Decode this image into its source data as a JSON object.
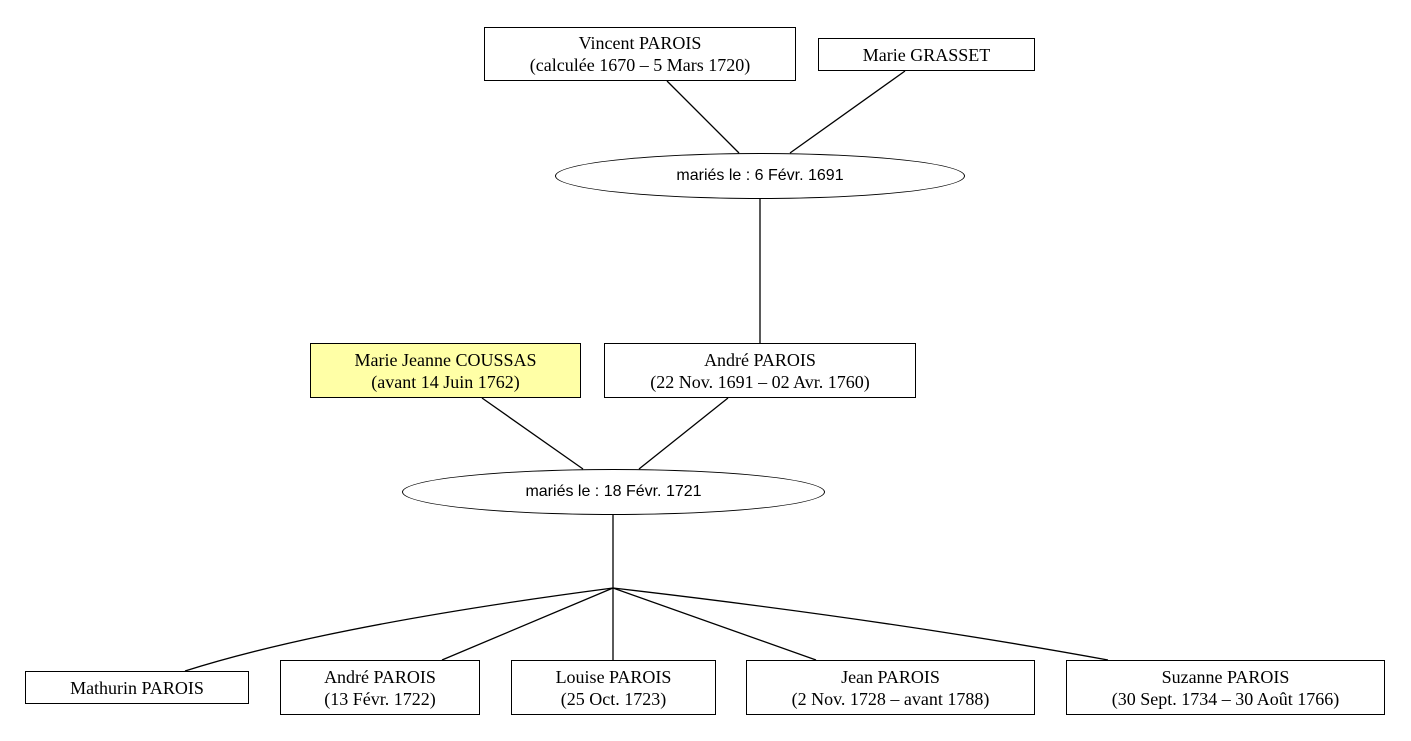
{
  "colors": {
    "highlight": "#ffffa6",
    "line": "#000000",
    "box": "#ffffff"
  },
  "grandparents": {
    "father": {
      "name": "Vincent PAROIS",
      "dates": "(calculée 1670 – 5 Mars 1720)"
    },
    "mother": {
      "name": "Marie GRASSET"
    },
    "marriage": "mariés le : 6 Févr. 1691"
  },
  "parents": {
    "wife": {
      "name": "Marie Jeanne COUSSAS",
      "dates": "(avant 14 Juin 1762)"
    },
    "husband": {
      "name": "André PAROIS",
      "dates": "(22 Nov. 1691 – 02 Avr. 1760)"
    },
    "marriage": "mariés le : 18 Févr. 1721"
  },
  "children": [
    {
      "name": "Mathurin PAROIS",
      "dates": ""
    },
    {
      "name": "André PAROIS",
      "dates": "(13 Févr. 1722)"
    },
    {
      "name": "Louise PAROIS",
      "dates": "(25 Oct. 1723)"
    },
    {
      "name": "Jean PAROIS",
      "dates": "(2 Nov. 1728 – avant 1788)"
    },
    {
      "name": "Suzanne PAROIS",
      "dates": "(30 Sept. 1734 – 30 Août 1766)"
    }
  ]
}
